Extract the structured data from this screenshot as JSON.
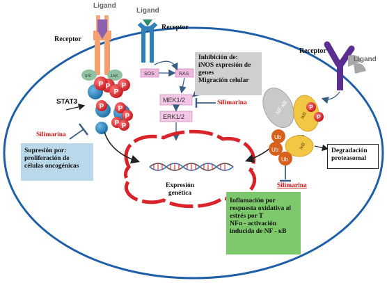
{
  "ligand_left": "Ligand",
  "ligand_center": "Ligand",
  "ligand_right": "Ligand",
  "receptor_left": "Receptor",
  "receptor_center": "Receptor",
  "receptor_right": "Receptor",
  "src": "src",
  "jak": "JAK",
  "stat3": "STAT3",
  "p": "P",
  "sos": "SOS",
  "ras": "RAS",
  "mek": "MEK1/2",
  "erk": "ERK1/2",
  "nfkb": "NF-κB",
  "ikb": "IκB",
  "ub": "Ub",
  "silimarina": "Silimarina",
  "box_inhibicion": [
    "Inhibición de:",
    "iNOS expresión de",
    "genes",
    "Migración celular"
  ],
  "box_supresion": [
    "Supresión por:",
    "proliferación de",
    "células oncogénicas"
  ],
  "box_degradacion": [
    "Degradación",
    "proteasomal"
  ],
  "box_inflamacion": [
    "Inflamación por",
    "respuesta oxidativa al",
    "estrés por T",
    "NFα - activación",
    "inducida de NF - κB"
  ],
  "expresion": [
    "Expresión",
    "genética"
  ],
  "colors": {
    "cell_border": "#1f5fa8",
    "red_ring": "#d8232a",
    "p_circle": "#e0242a",
    "mek_box": "#f4c6e6",
    "box_gray": "#cfcfcf",
    "box_blue": "#b9d8ea",
    "box_green": "#7cc86a",
    "nfkb_gray": "#c9c9c9",
    "ikb_yellow": "#f2c744",
    "ub_orange": "#d7601c",
    "receptor_purple": "#5a2d91"
  }
}
